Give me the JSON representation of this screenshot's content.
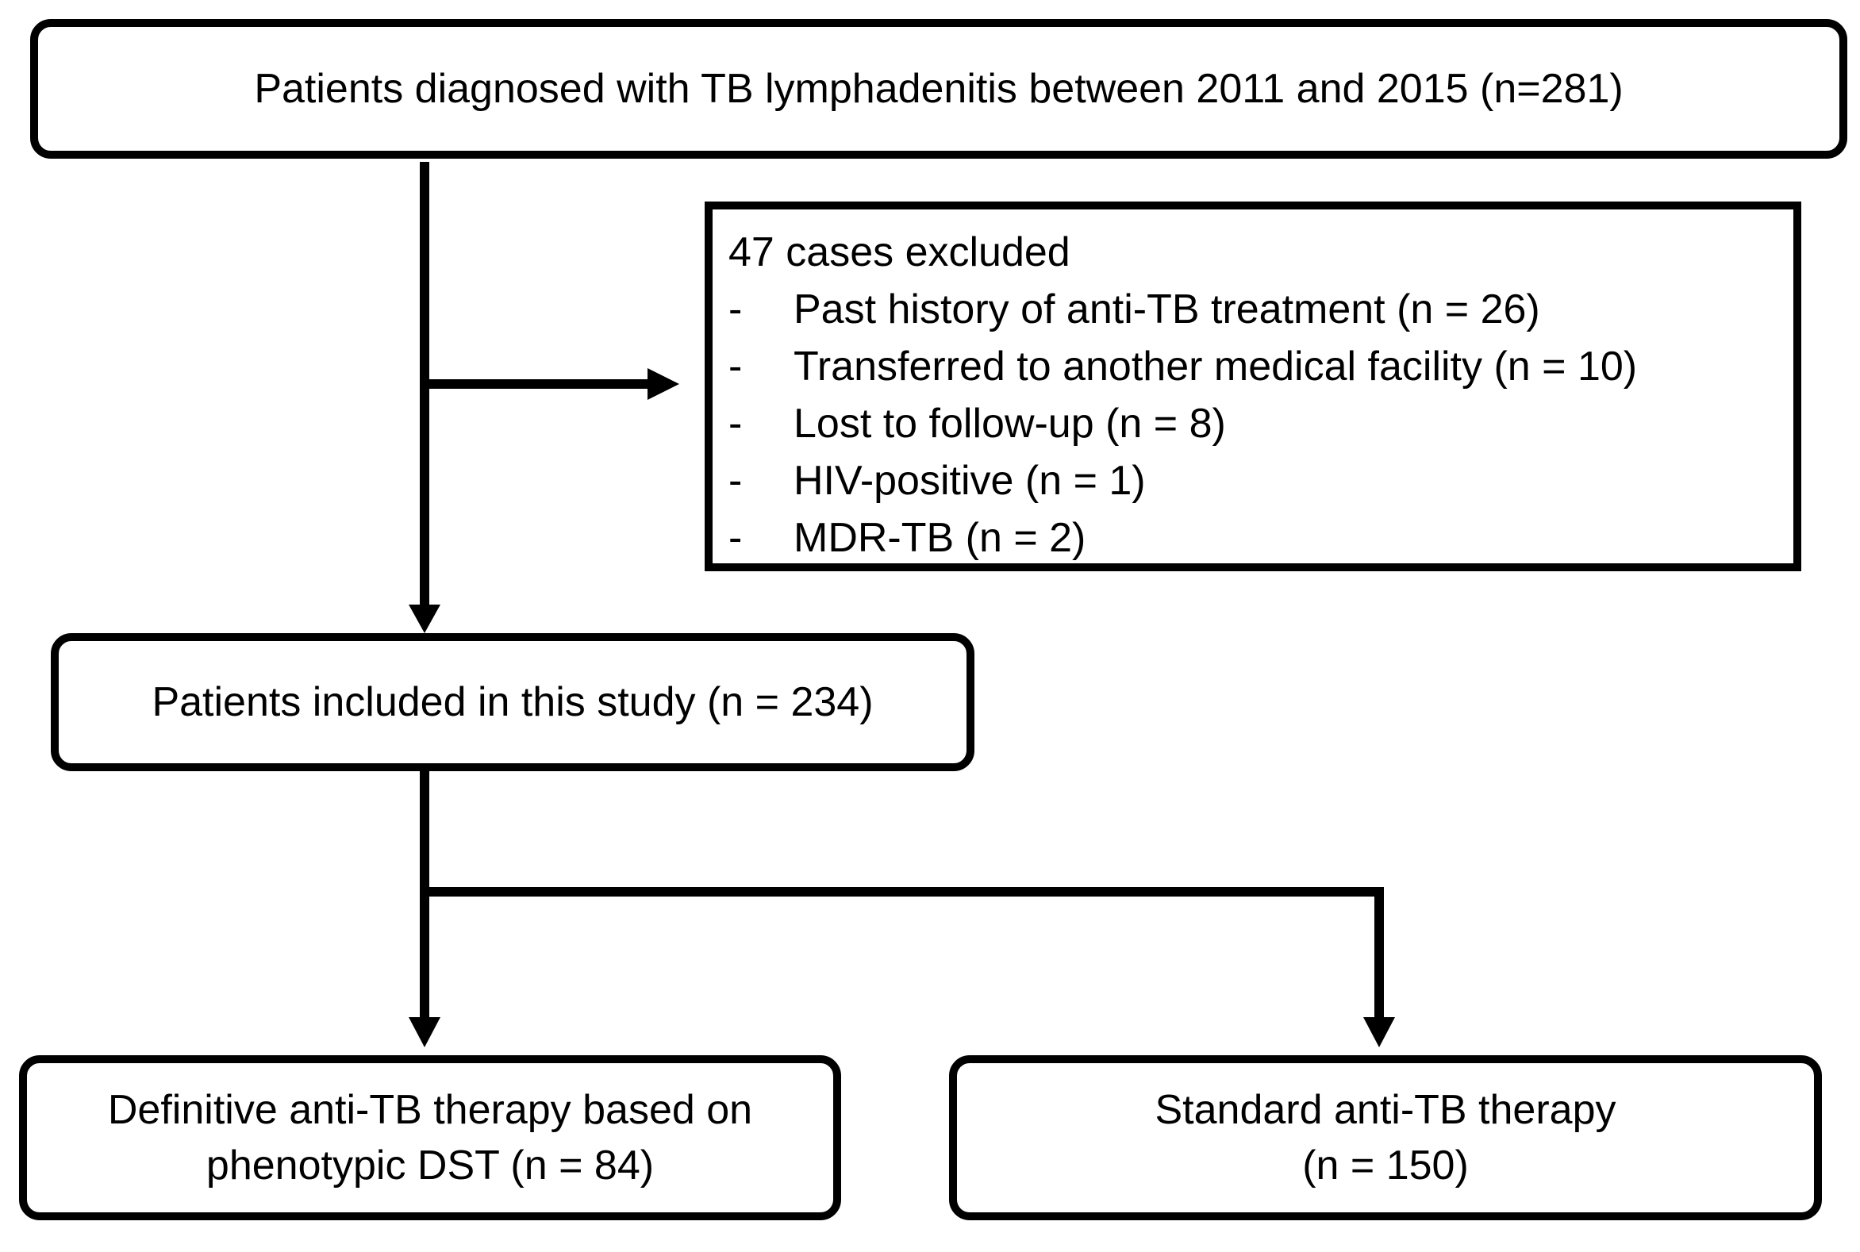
{
  "flowchart": {
    "total": {
      "text": "Patients diagnosed with TB lymphadenitis between 2011 and 2015 (n=281)"
    },
    "excluded": {
      "title": "47 cases excluded",
      "bullet": "-",
      "items": [
        "Past history of anti-TB treatment (n = 26)",
        "Transferred to another medical facility (n = 10)",
        "Lost to follow-up (n = 8)",
        "HIV-positive (n = 1)",
        "MDR-TB (n = 2)"
      ]
    },
    "included": {
      "text": "Patients included in this study (n = 234)"
    },
    "definitive": {
      "line1": "Definitive anti-TB therapy based on",
      "line2": "phenotypic DST (n = 84)"
    },
    "standard": {
      "line1": "Standard anti-TB therapy",
      "line2": "(n = 150)"
    }
  },
  "colors": {
    "stroke": "#000000",
    "background": "#ffffff"
  }
}
